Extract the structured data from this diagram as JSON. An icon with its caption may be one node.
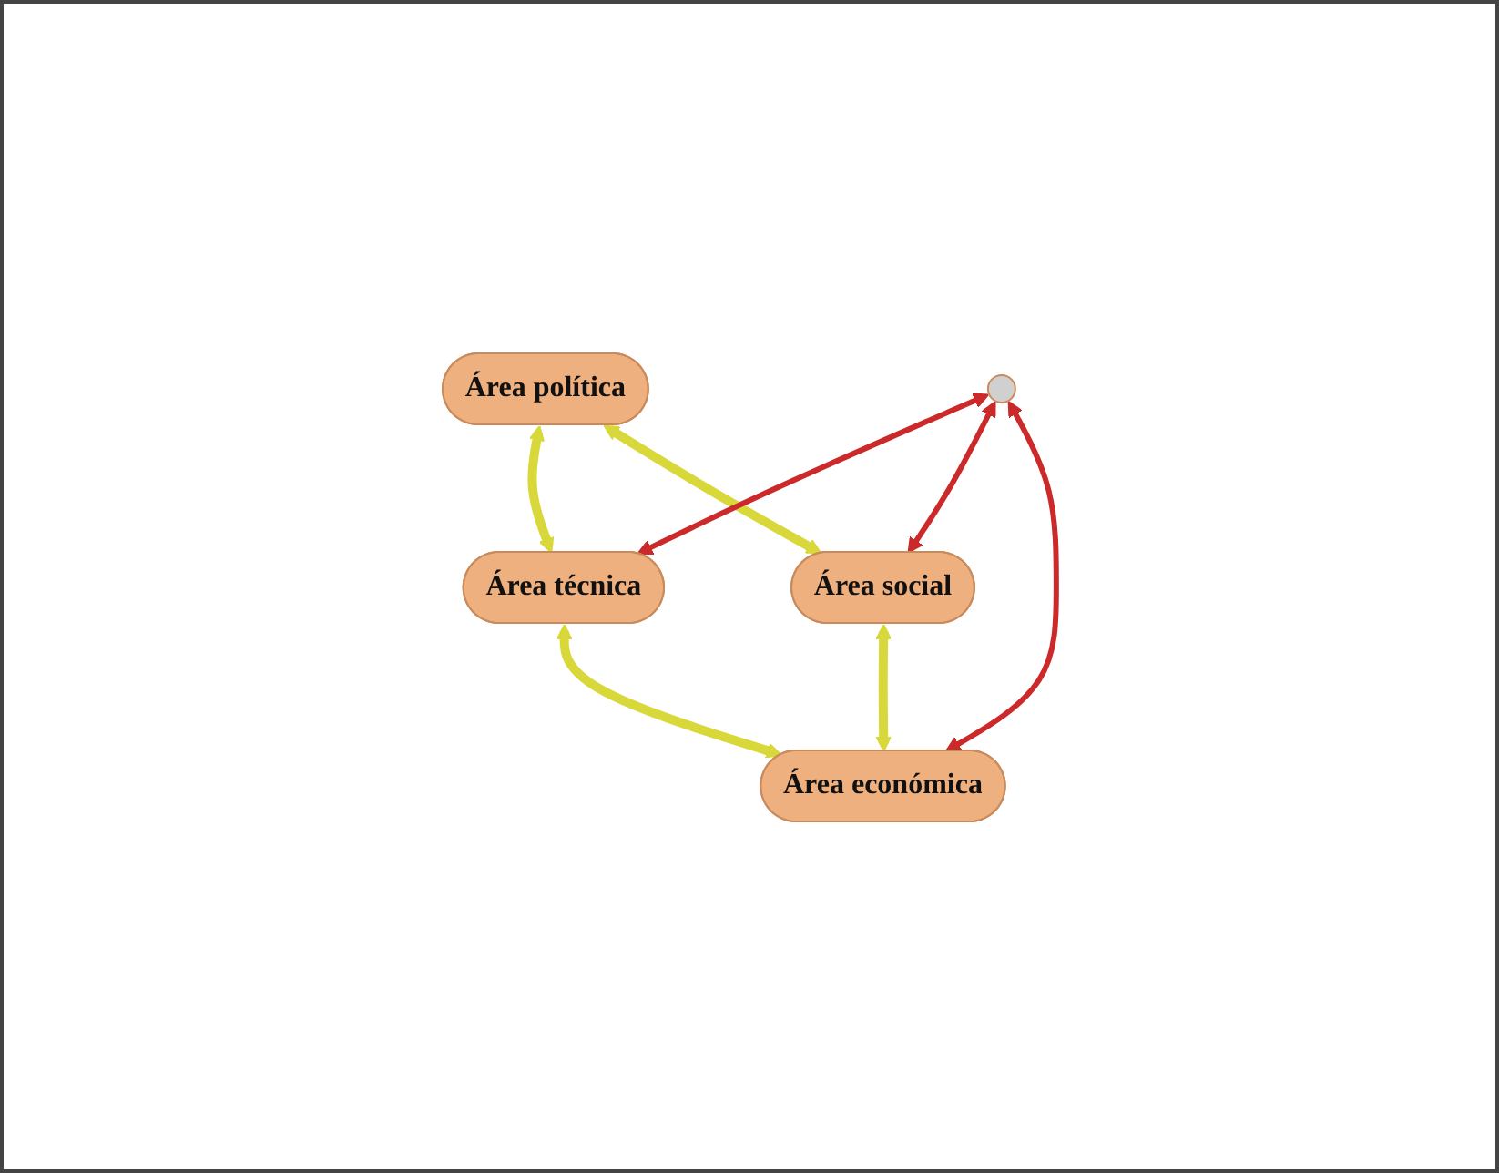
{
  "diagram": {
    "nodes": [
      {
        "text": [
          "Área política"
        ]
      },
      {
        "text": [
          "Área técnica"
        ]
      },
      {
        "text": [],
        "shape": "circle"
      },
      {
        "text": [
          "Área social"
        ]
      },
      {
        "text": [
          "Área económica"
        ]
      }
    ],
    "edges": [
      {
        "from": 0,
        "to": 1,
        "arrow": "both"
      },
      {
        "from": 0,
        "to": 3,
        "arrow": "both"
      },
      {
        "from": 2,
        "to": 1,
        "arrow": "both",
        "color": "#cc2a2a"
      },
      {
        "from": 2,
        "to": 3,
        "arrow": "both",
        "color": "#cc2a2a"
      },
      {
        "from": 2,
        "to": 4,
        "arrow": "both",
        "color": "#cc2a2a"
      },
      {
        "from": 1,
        "to": 4,
        "arrow": "both"
      },
      {
        "from": 3,
        "to": 4,
        "arrow": "both"
      }
    ]
  }
}
